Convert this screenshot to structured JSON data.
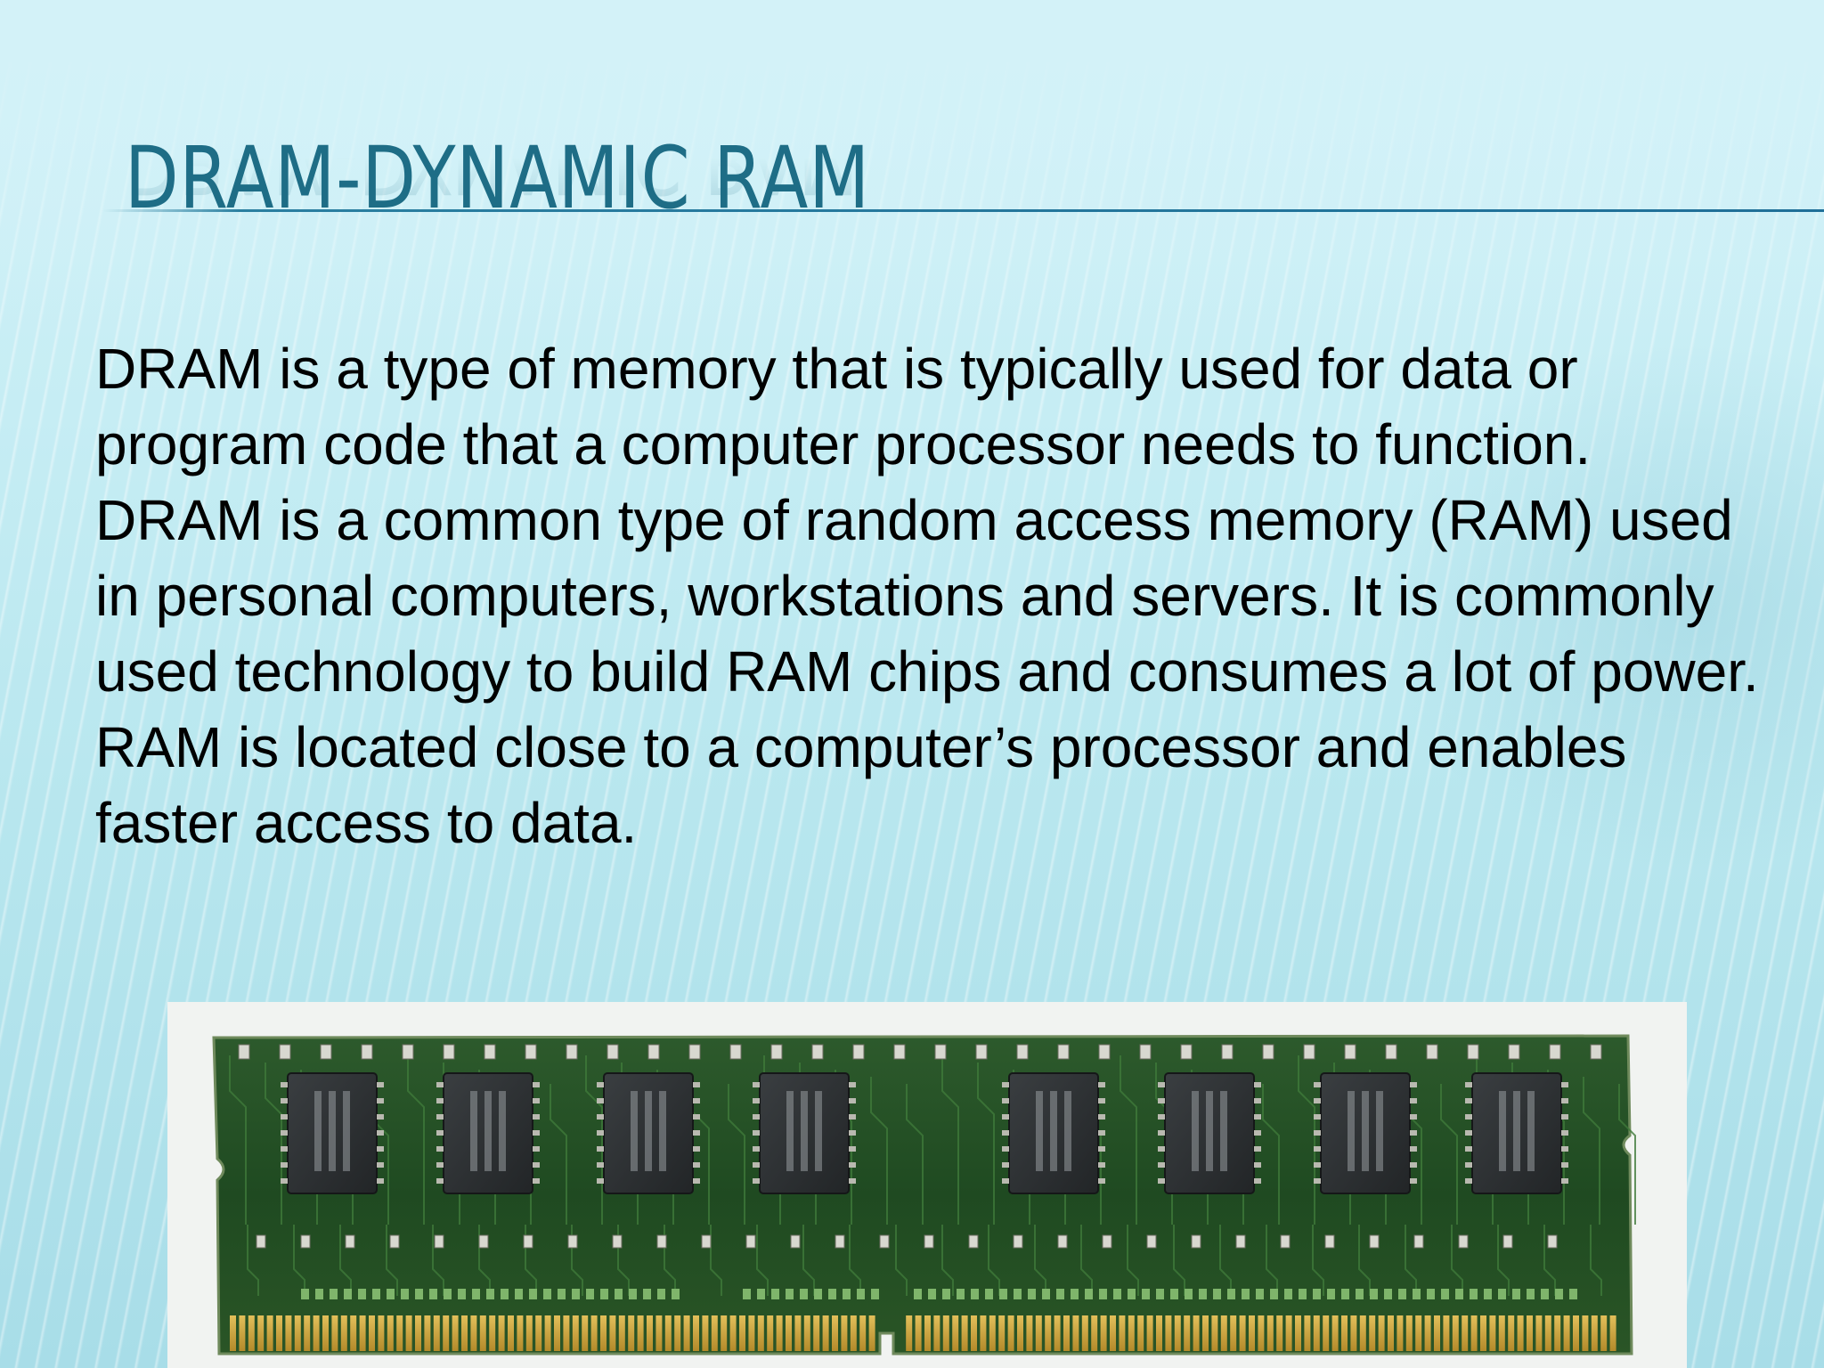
{
  "slide": {
    "title": "DRAM-DYNAMIC RAM",
    "body": "DRAM is a type of memory that is typically used for data or program code that a computer processor needs to function. DRAM is a common type of random access memory (RAM) used in personal computers, workstations and servers. It is commonly used technology to build RAM chips and consumes a lot of power. RAM is located close to a computer’s processor and enables faster access to data.",
    "image": {
      "description": "photo of a DRAM memory module",
      "chips": 8
    }
  },
  "colors": {
    "title": "#1e6d86",
    "rule": "#1f6f98",
    "pcb": "#1f4a21",
    "contacts": "#c9a23c",
    "chip": "#2b2e30"
  }
}
